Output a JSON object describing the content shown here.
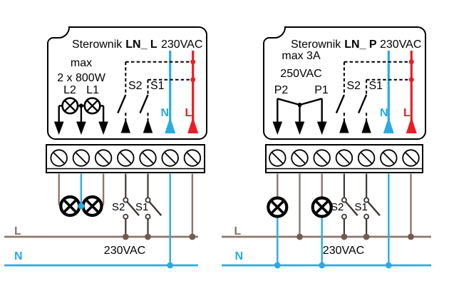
{
  "colors": {
    "neutral_blue": "#29abe2",
    "live_red": "#ed1c24",
    "wire_brown": "#8a786e",
    "junction_brown": "#6e5c52",
    "switch_wire_dark": "#3f3833",
    "outline_black": "#000000",
    "background": "#ffffff"
  },
  "left_module": {
    "title_prefix": "Sterownik",
    "model": "LN_ L",
    "top_voltage": "230VAC",
    "rating_line1": "max",
    "rating_line2": "2 x 800W",
    "output2_label": "L2",
    "output1_label": "L1",
    "switch2_label": "S2",
    "switch1_label": "S1",
    "neutral_label": "N",
    "live_label": "L",
    "wall_switch2_label": "S2",
    "wall_switch1_label": "S1",
    "bus_live_label": "L",
    "bus_neutral_label": "N",
    "bus_voltage": "230VAC"
  },
  "right_module": {
    "title_prefix": "Sterownik",
    "model": "LN_ P",
    "top_voltage": "230VAC",
    "rating_line1": "max 3A",
    "rating_line2": "250VAC",
    "output2_label": "P2",
    "output1_label": "P1",
    "switch2_label": "S2",
    "switch1_label": "S1",
    "neutral_label": "N",
    "live_label": "L",
    "wall_switch2_label": "S2",
    "wall_switch1_label": "S1",
    "bus_live_label": "L",
    "bus_neutral_label": "N",
    "bus_voltage": "230VAC"
  }
}
